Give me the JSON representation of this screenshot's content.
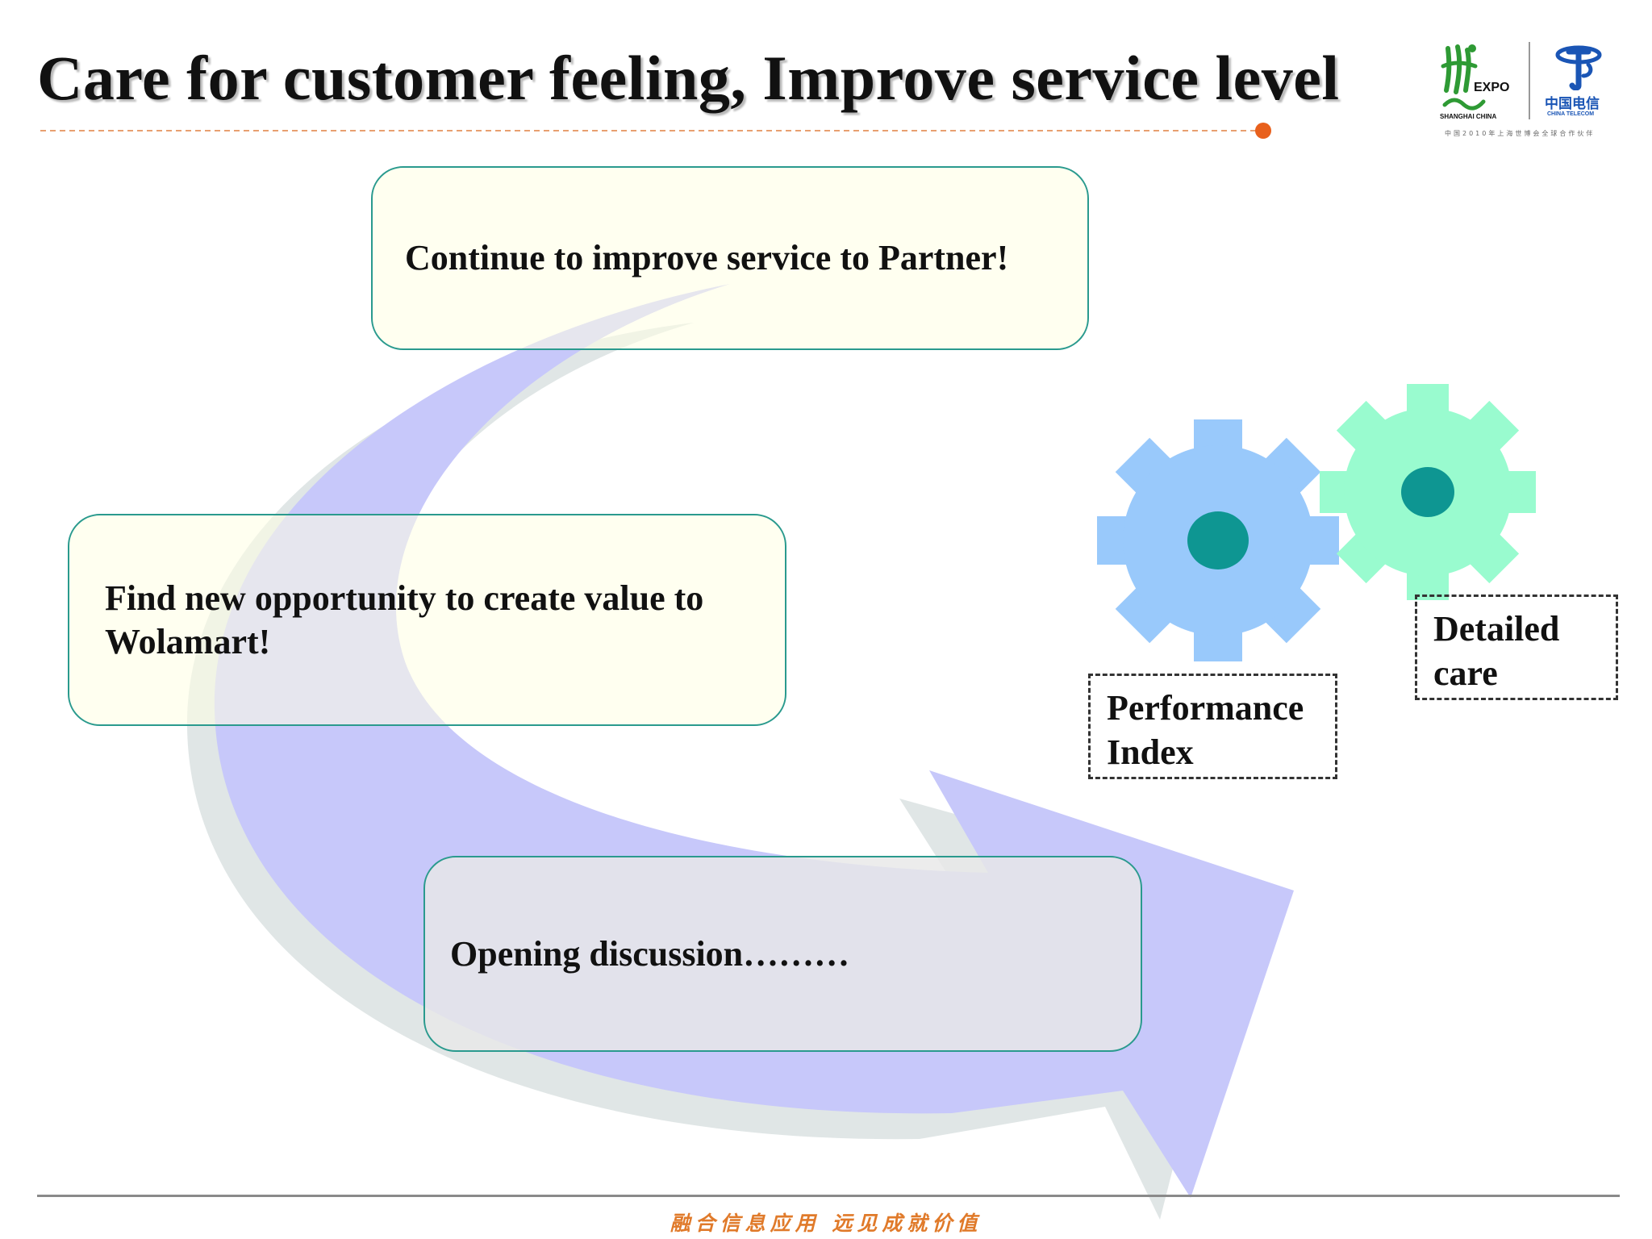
{
  "slide": {
    "title": "Care for customer feeling, Improve service level"
  },
  "logos": {
    "expo_word": "EXPO",
    "expo_city": "SHANGHAI CHINA",
    "telecom_name": "中国电信",
    "telecom_en": "CHINA TELECOM",
    "partner_line": "中国2010年上海世博会全球合作伙伴"
  },
  "boxes": {
    "top": "Continue to improve service to Partner!",
    "middle": "Find new opportunity to create value to Wolamart!",
    "bottom": "Opening discussion………"
  },
  "labels": {
    "performance": "Performance Index",
    "detailed": "Detailed care"
  },
  "footer": {
    "text": "融合信息应用 远见成就价值"
  },
  "colors": {
    "arrow": "#c7c8fa",
    "arrow_shadow": "#dde3e3",
    "gear_blue": "#99c9fb",
    "gear_green": "#99fbcf",
    "gear_hub": "#0e9692",
    "box_border": "#2a9a8e",
    "accent_orange": "#e8601c"
  },
  "icons": [
    "curved-arrow",
    "blue-gear-icon",
    "green-gear-icon",
    "expo-logo-icon",
    "china-telecom-logo-icon"
  ]
}
